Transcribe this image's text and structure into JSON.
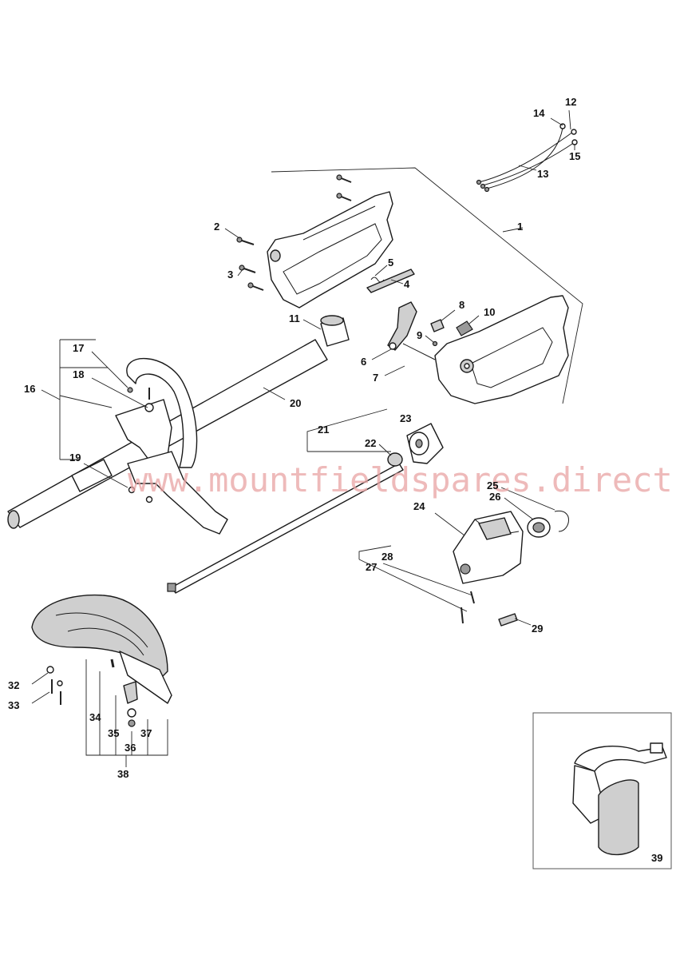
{
  "watermark": "www.mountfieldspares.direct",
  "callouts": [
    "1",
    "2",
    "3",
    "4",
    "5",
    "6",
    "7",
    "8",
    "9",
    "10",
    "11",
    "12",
    "13",
    "14",
    "15",
    "16",
    "17",
    "18",
    "19",
    "20",
    "21",
    "22",
    "23",
    "24",
    "25",
    "26",
    "27",
    "28",
    "29",
    "32",
    "33",
    "34",
    "35",
    "36",
    "37",
    "38",
    "39"
  ],
  "icons": [
    "handle-housing",
    "throttle-trigger",
    "shaft-tube",
    "loop-handle",
    "drive-shaft",
    "clutch-drum",
    "gear-head",
    "grass-guard",
    "harness"
  ]
}
